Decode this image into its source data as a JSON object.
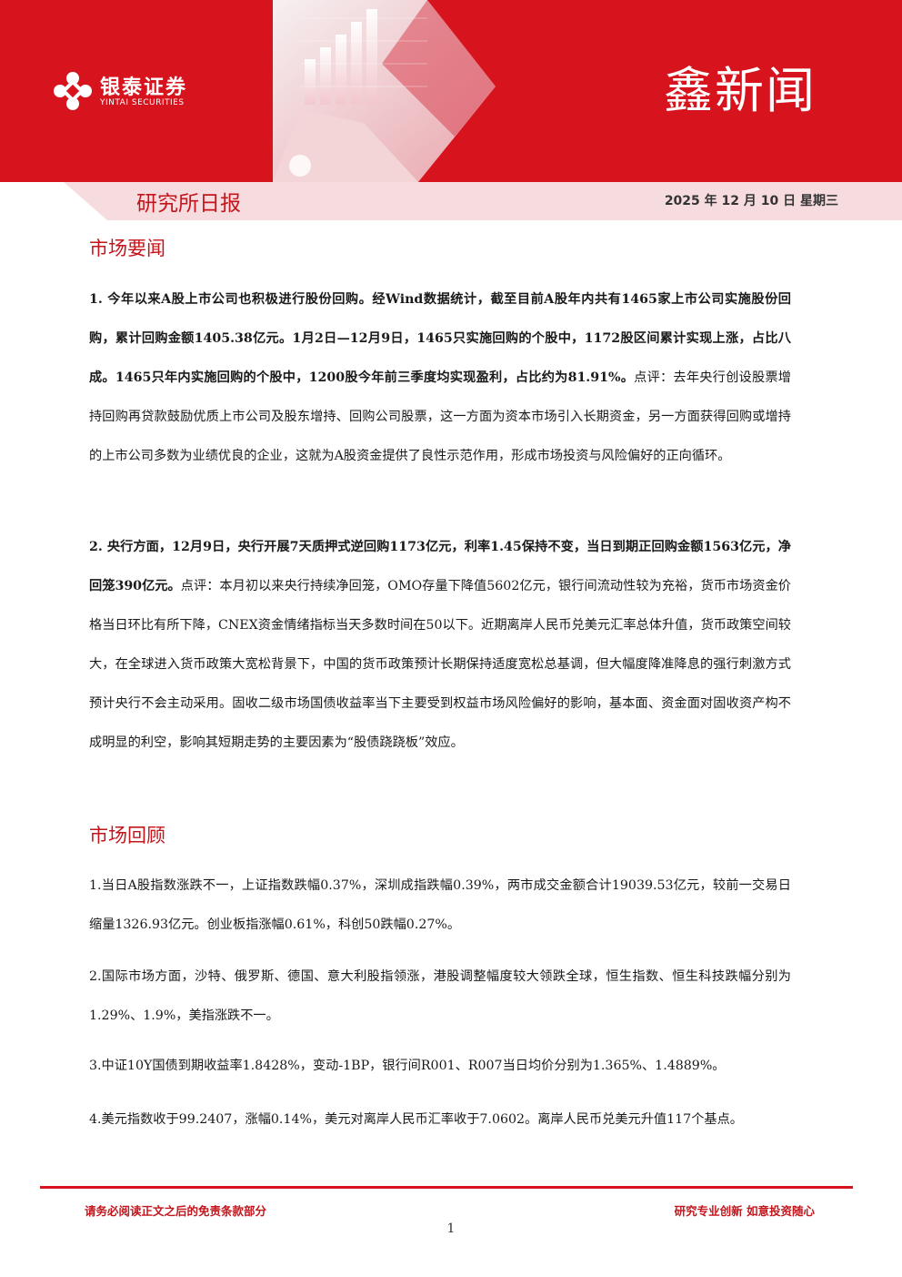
{
  "header": {
    "logo_cn": "银泰证券",
    "logo_en": "YINTAI SECURITIES",
    "brand_title": "鑫新闻",
    "report_title": "研究所日报",
    "date": "2025 年 12 月 10 日  星期三"
  },
  "sections": [
    {
      "heading": "市场要闻",
      "paragraphs": [
        {
          "bold": "1. 今年以来A股上市公司也积极进行股份回购。经Wind数据统计，截至目前A股年内共有1465家上市公司实施股份回购，累计回购金额1405.38亿元。1月2日—12月9日，1465只实施回购的个股中，1172股区间累计实现上涨，占比八成。1465只年内实施回购的个股中，1200股今年前三季度均实现盈利，占比约为81.91%。",
          "text": "点评：去年央行创设股票增持回购再贷款鼓励优质上市公司及股东增持、回购公司股票，这一方面为资本市场引入长期资金，另一方面获得回购或增持的上市公司多数为业绩优良的企业，这就为A股资金提供了良性示范作用，形成市场投资与风险偏好的正向循环。"
        },
        {
          "bold": "2. 央行方面，12月9日，央行开展7天质押式逆回购1173亿元，利率1.45保持不变，当日到期正回购金额1563亿元，净回笼390亿元。",
          "text": "点评：本月初以来央行持续净回笼，OMO存量下降值5602亿元，银行间流动性较为充裕，货币市场资金价格当日环比有所下降，CNEX资金情绪指标当天多数时间在50以下。近期离岸人民币兑美元汇率总体升值，货币政策空间较大，在全球进入货币政策大宽松背景下，中国的货币政策预计长期保持适度宽松总基调，但大幅度降准降息的强行刺激方式预计央行不会主动采用。固收二级市场国债收益率当下主要受到权益市场风险偏好的影响，基本面、资金面对固收资产构不成明显的利空，影响其短期走势的主要因素为“股债跷跷板”效应。"
        }
      ]
    },
    {
      "heading": "市场回顾",
      "paragraphs": [
        {
          "text": "1.当日A股指数涨跌不一，上证指数跌幅0.37%，深圳成指跌幅0.39%，两市成交金额合计19039.53亿元，较前一交易日缩量1326.93亿元。创业板指涨幅0.61%，科创50跌幅0.27%。"
        },
        {
          "text": "2.国际市场方面，沙特、俄罗斯、德国、意大利股指领涨，港股调整幅度较大领跌全球，恒生指数、恒生科技跌幅分别为1.29%、1.9%，美指涨跌不一。"
        },
        {
          "text": "3.中证10Y国债到期收益率1.8428%，变动-1BP，银行间R001、R007当日均价分别为1.365%、1.4889%。"
        },
        {
          "text": "4.美元指数收于99.2407，涨幅0.14%，美元对离岸人民币汇率收于7.0602。离岸人民币兑美元升值117个基点。"
        }
      ]
    }
  ],
  "footer": {
    "disclaimer": "请务必阅读正文之后的免责条款部分",
    "slogan": "研究专业创新    如意投资随心",
    "page_number": "1"
  },
  "colors": {
    "brand_red": "#d7131d",
    "heading_red": "#c3151c",
    "band_pink": "#f7dcdf"
  }
}
